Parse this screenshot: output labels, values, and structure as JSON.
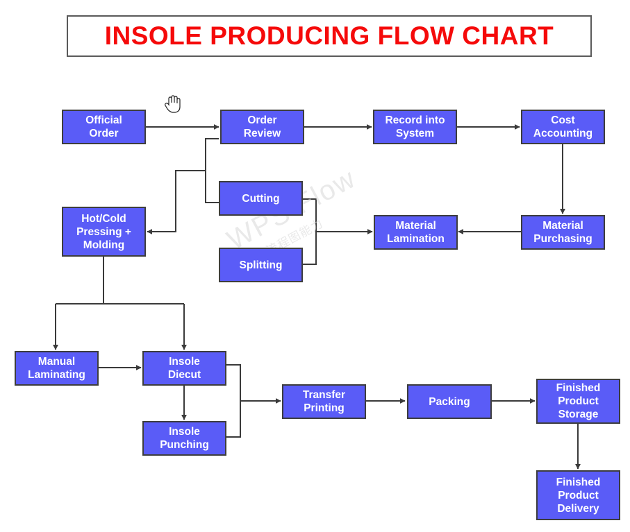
{
  "title": "INSOLE PRODUCING FLOW CHART",
  "colors": {
    "title": "#f50a0a",
    "node_fill": "#5a5cf7",
    "node_border": "#3d3d3d",
    "connector": "#3a3a3a"
  },
  "nodes": {
    "official_order": "Official\nOrder",
    "order_review": "Order\nReview",
    "record_into_system": "Record into\nSystem",
    "cost_accounting": "Cost\nAccounting",
    "material_purchasing": "Material\nPurchasing",
    "material_lamination": "Material\nLamination",
    "cutting": "Cutting",
    "splitting": "Splitting",
    "hot_cold_pressing_molding": "Hot/Cold\nPressing +\nMolding",
    "manual_laminating": "Manual\nLaminating",
    "insole_diecut": "Insole\nDiecut",
    "insole_punching": "Insole\nPunching",
    "transfer_printing": "Transfer\nPrinting",
    "packing": "Packing",
    "finished_product_storage": "Finished\nProduct\nStorage",
    "finished_product_delivery": "Finished\nProduct\nDelivery"
  },
  "watermark": {
    "main": "WPS Flow",
    "sub": "WPS流程图能力"
  },
  "cursor_icon": "hand-cursor-icon"
}
